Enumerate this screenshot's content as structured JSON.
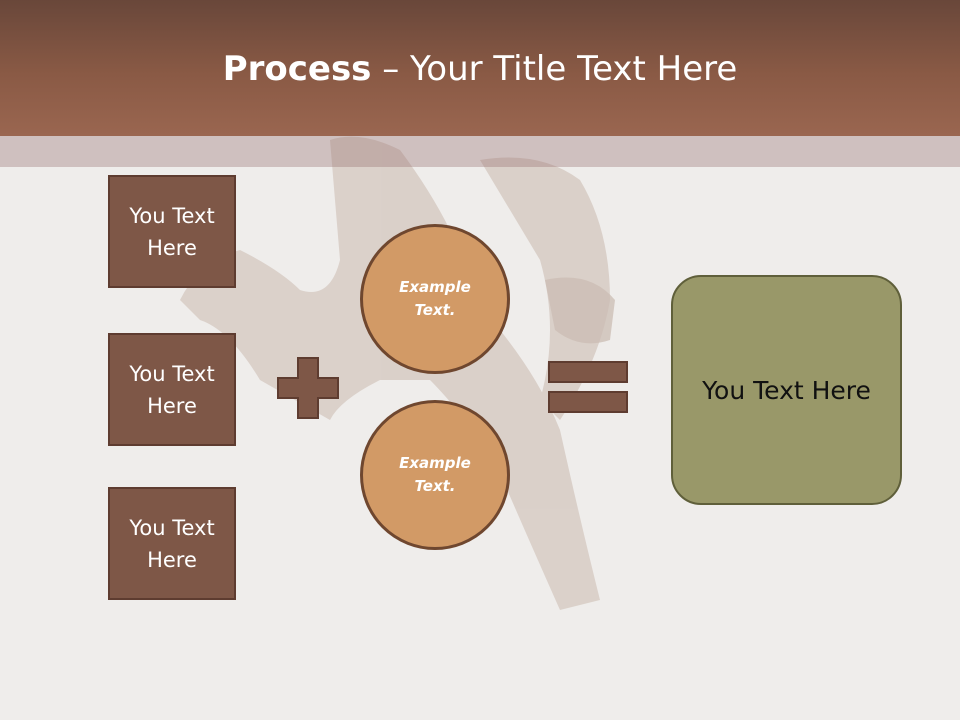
{
  "slide": {
    "title_bold": "Process",
    "title_rest": " – Your Title Text Here",
    "boxes": [
      {
        "label": "You Text Here"
      },
      {
        "label": "You Text Here"
      },
      {
        "label": "You Text Here"
      }
    ],
    "circles": [
      {
        "label": "Example Text."
      },
      {
        "label": "Example Text."
      }
    ],
    "result_label": "You Text Here"
  },
  "colors": {
    "title_bar": "#8a5a45",
    "box_fill": "#7e5747",
    "circle_fill": "#d29a66",
    "result_fill": "#999869"
  },
  "icons": {
    "plus": "plus-icon",
    "equals": "equals-icon"
  }
}
